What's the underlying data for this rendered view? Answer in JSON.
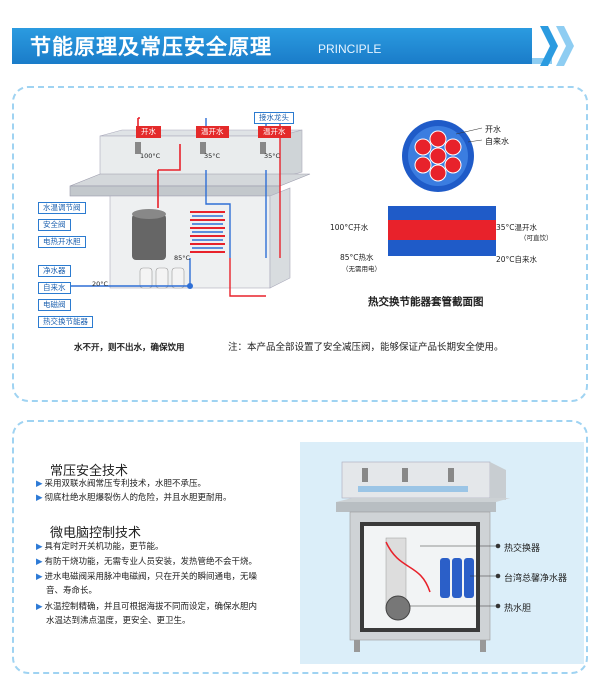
{
  "header": {
    "title": "节能原理及常压安全原理",
    "subtitle": "PRINCIPLE"
  },
  "diagram": {
    "top_tags": {
      "boiling": "开水",
      "warm1": "温开水",
      "warm2": "温开水",
      "tap": "接水龙头"
    },
    "temps": {
      "t100": "100°C",
      "t35a": "35°C",
      "t35b": "35°C",
      "t85": "85°C",
      "t20": "20°C"
    },
    "left_tags": [
      "水温调节阀",
      "安全阀",
      "电热开水胆",
      "净水器",
      "自来水",
      "电磁阀",
      "热交换节能器"
    ],
    "note_left": "水不开，则不出水，确保饮用",
    "note_right": "注：本产品全部设置了安全减压阀，能够保证产品长期安全使用。"
  },
  "cross_section": {
    "legend_hot": "开水",
    "legend_cold": "自来水",
    "label_100": "100°C开水",
    "label_35": "35°C温开水",
    "label_35_sub": "（可直饮）",
    "label_85": "85°C热水",
    "label_85_sub": "（无需用电）",
    "label_20": "20°C自来水",
    "caption": "热交换节能器套管截面图"
  },
  "features": {
    "title1": "常压安全技术",
    "items1": [
      "采用双联水阀常压专利技术，水胆不承压。",
      "彻底杜绝水胆爆裂伤人的危险，并且水胆更耐用。"
    ],
    "title2": "微电脑控制技术",
    "items2": [
      "具有定时开关机功能，更节能。",
      "有防干烧功能，无需专业人员安装，发热管绝不会干烧。",
      "进水电磁阀采用脉冲电磁阀，只在开关的瞬间通电，无噪",
      "音、寿命长。",
      "水温控制精确，并且可根据海拔不同而设定，确保水胆内",
      "水温达到沸点温度，更安全、更卫生。"
    ]
  },
  "product": {
    "callouts": [
      "热交换器",
      "台湾总馨净水器",
      "热水胆"
    ]
  },
  "colors": {
    "accent": "#1e86d6",
    "hot": "#e8222b",
    "cold": "#2f6fd6"
  }
}
